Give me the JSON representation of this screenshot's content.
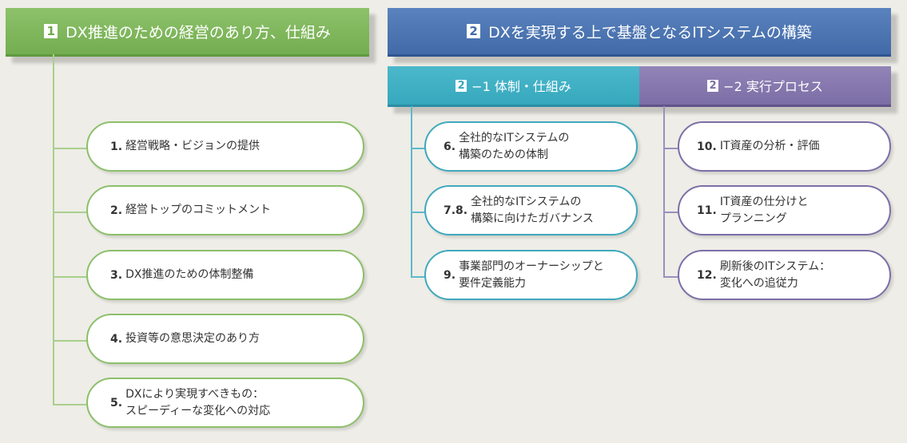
{
  "section1": {
    "num": "1",
    "title": "DX推進のための経営のあり方、仕組み",
    "items": [
      {
        "num": "1.",
        "lines": [
          "経営戦略・ビジョンの提供"
        ]
      },
      {
        "num": "2.",
        "lines": [
          "経営トップのコミットメント"
        ]
      },
      {
        "num": "3.",
        "lines": [
          "DX推進のための体制整備"
        ]
      },
      {
        "num": "4.",
        "lines": [
          "投資等の意思決定のあり方"
        ]
      },
      {
        "num": "5.",
        "lines": [
          "DXにより実現すべきもの：",
          "スピーディーな変化への対応"
        ]
      }
    ]
  },
  "section2": {
    "num": "2",
    "title": "DXを実現する上で基盤となるITシステムの構築",
    "sub1": {
      "num": "2",
      "label": "−1  体制・仕組み",
      "items": [
        {
          "num": "6.",
          "lines": [
            "全社的なITシステムの",
            "構築のための体制"
          ]
        },
        {
          "num": "7.8.",
          "lines": [
            "全社的なITシステムの",
            "構築に向けたガバナンス"
          ]
        },
        {
          "num": "9.",
          "lines": [
            "事業部門のオーナーシップと",
            "要件定義能力"
          ]
        }
      ]
    },
    "sub2": {
      "num": "2",
      "label": "−2  実行プロセス",
      "items": [
        {
          "num": "10.",
          "lines": [
            "IT資産の分析・評価"
          ]
        },
        {
          "num": "11.",
          "lines": [
            "IT資産の仕分けと",
            "プランニング"
          ]
        },
        {
          "num": "12.",
          "lines": [
            "刷新後のITシステム：",
            "変化への追従力"
          ]
        }
      ]
    }
  },
  "colors": {
    "green": "#7cb65a",
    "blue": "#4a72b0",
    "teal": "#3fb0c5",
    "purple": "#8678ad",
    "background": "#eeede7"
  }
}
